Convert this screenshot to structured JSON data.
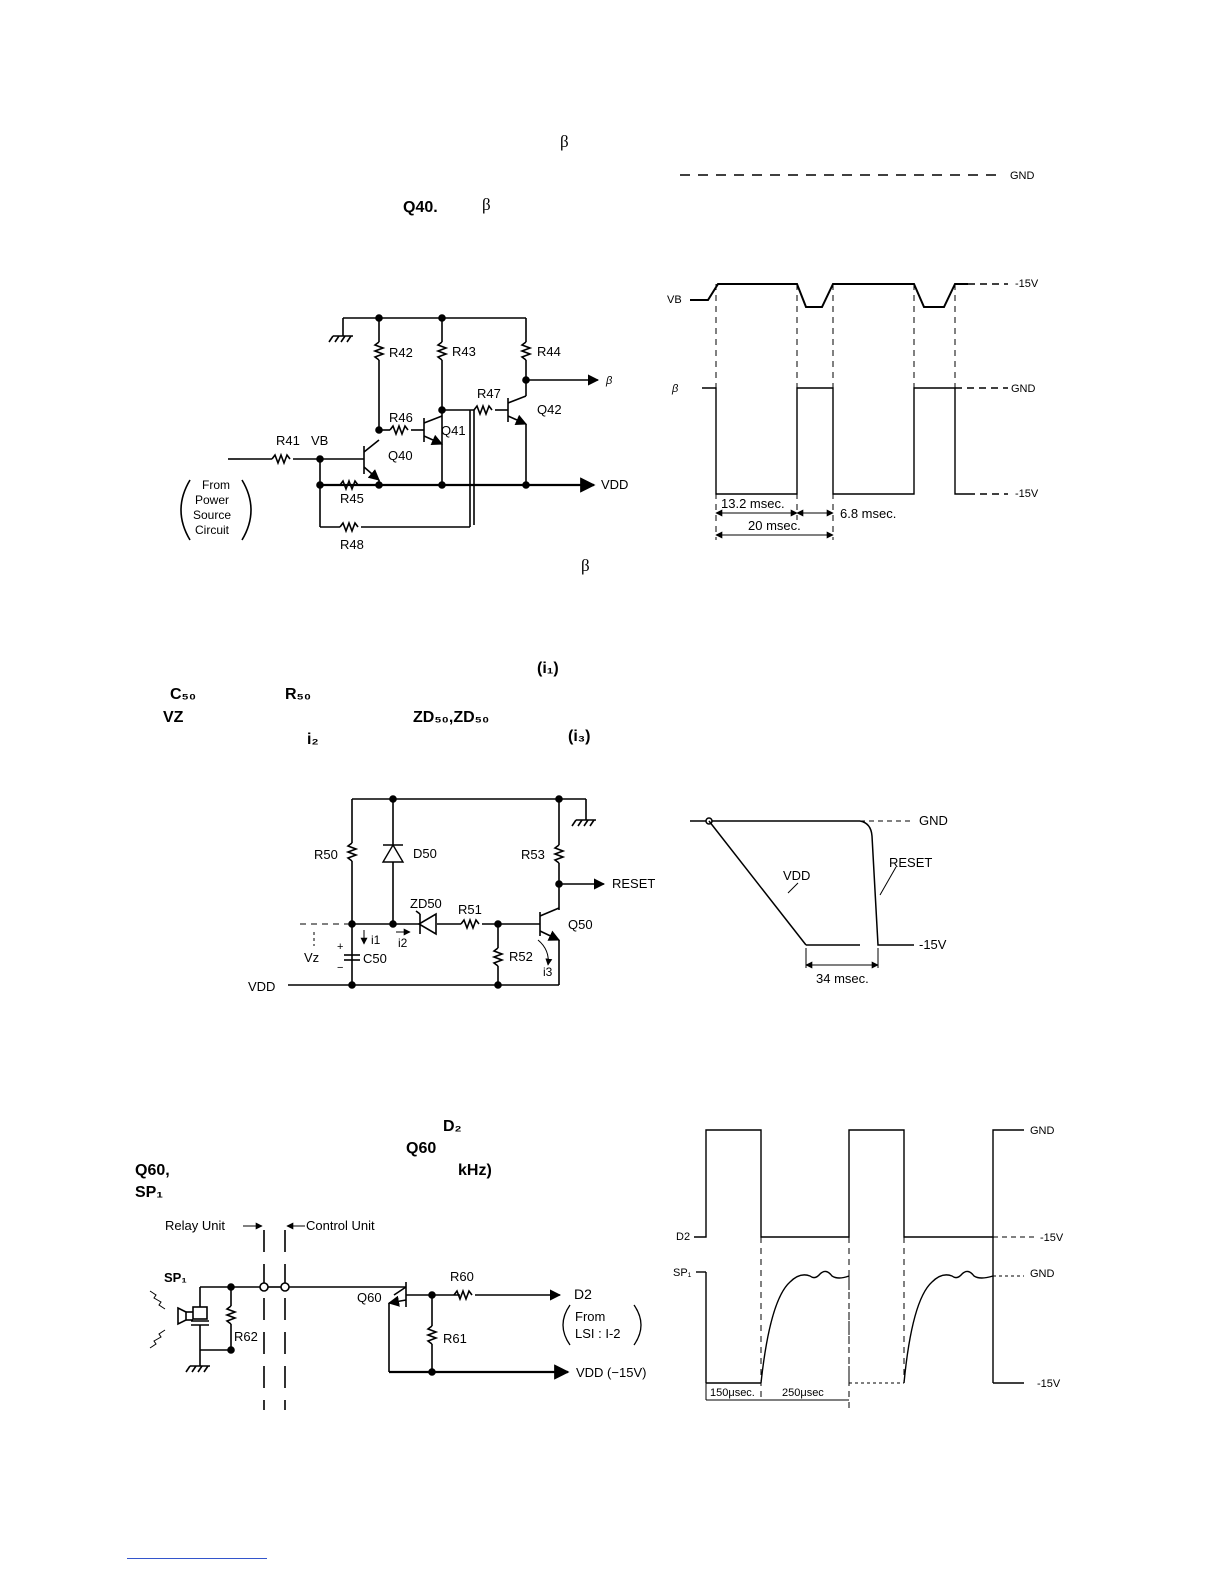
{
  "text_fragments": {
    "beta_1": "β",
    "q40_beta": "Q40.",
    "beta_2": "β",
    "beta_3": "β",
    "i1_paren": "(i₁)",
    "c50": "C₅₀",
    "r50": "R₅₀",
    "vz": "VZ",
    "zd50_pair": "ZD₅₀,ZD₅₀",
    "i2": "i₂",
    "i3_paren": "(i₃)",
    "d2": "D₂",
    "q60_a": "Q60",
    "q60_b": "Q60,",
    "khz": "kHz)",
    "sp1": "SP₁"
  },
  "circuit1": {
    "labels": {
      "r42": "R42",
      "r43": "R43",
      "r44": "R44",
      "r47": "R47",
      "r46": "R46",
      "q41": "Q41",
      "q42": "Q42",
      "r41": "R41",
      "vb": "VB",
      "q40": "Q40",
      "r45": "R45",
      "r48": "R48",
      "beta_out": "β",
      "vdd": "VDD",
      "from_lines": [
        "From",
        "Power",
        "Source",
        "Circuit"
      ]
    }
  },
  "waveform1": {
    "top_gnd": "GND",
    "vb_label": "VB",
    "beta_label": "β",
    "level_m15_top": "-15V",
    "level_gnd": "GND",
    "level_m15_bottom": "-15V",
    "t_high": "13.2 msec.",
    "t_low": "6.8 msec.",
    "t_period": "20 msec."
  },
  "circuit2": {
    "labels": {
      "r50": "R50",
      "d50": "D50",
      "r53": "R53",
      "reset": "RESET",
      "zd50": "ZD50",
      "r51": "R51",
      "q50": "Q50",
      "i1": "i1",
      "i2": "i2",
      "vz": "Vz",
      "c50": "C50",
      "r52": "R52",
      "i3": "i3",
      "vdd": "VDD",
      "plus": "+",
      "minus": "−"
    }
  },
  "waveform2": {
    "gnd": "GND",
    "vdd": "VDD",
    "reset": "RESET",
    "m15": "-15V",
    "delay": "34 msec."
  },
  "circuit3": {
    "labels": {
      "relay_unit": "Relay Unit",
      "control_unit": "Control Unit",
      "sp1": "SP₁",
      "r60": "R60",
      "q60": "Q60",
      "d2": "D2",
      "r62": "R62",
      "r61": "R61",
      "from_lines": [
        "From",
        "LSI : I-2"
      ],
      "vdd": "VDD (−15V)"
    }
  },
  "waveform3": {
    "gnd_top": "GND",
    "d2_label": "D2",
    "m15_mid": "-15V",
    "sp1_label": "SP₁",
    "gnd_mid": "GND",
    "m15_bottom": "-15V",
    "t1": "150μsec.",
    "t2": "250μsec"
  }
}
